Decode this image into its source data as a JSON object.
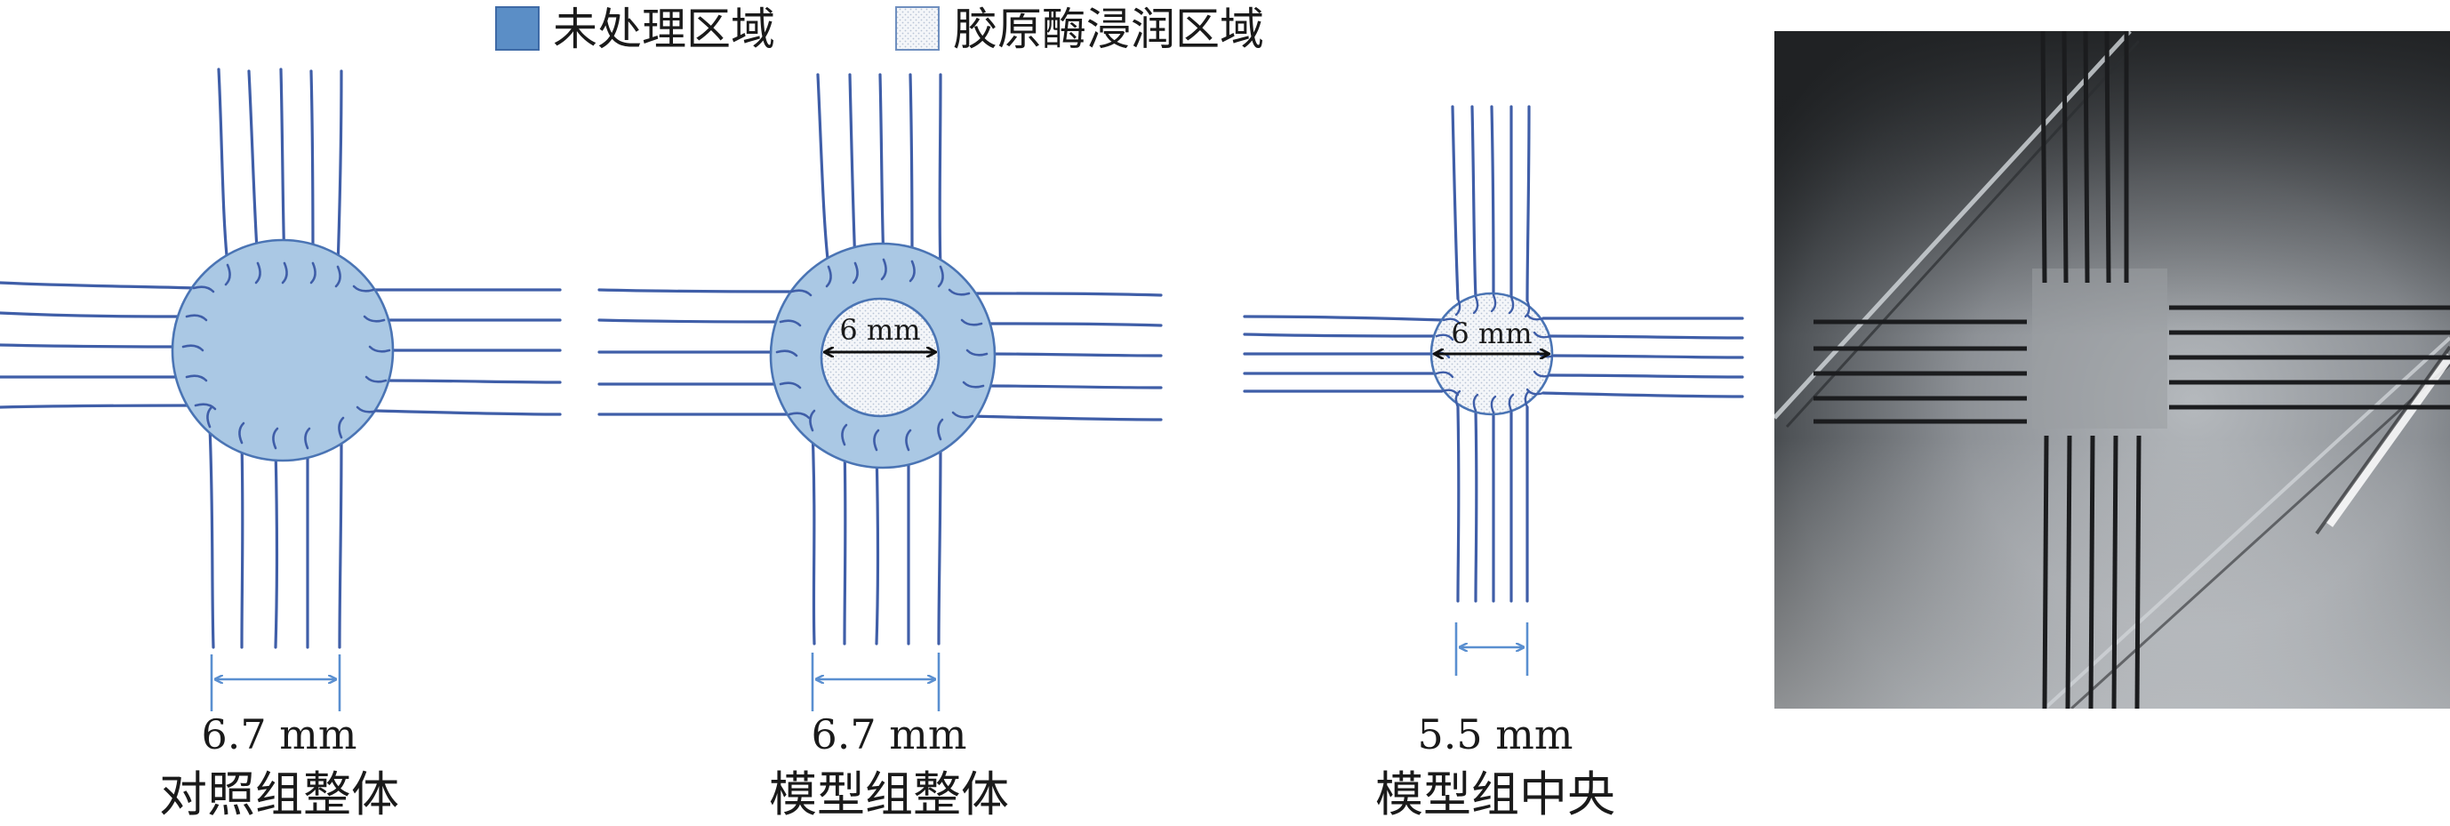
{
  "legend": {
    "untreated_label": "未处理区域",
    "infiltrated_label": "胶原酶浸润区域"
  },
  "colors": {
    "untreated_swatch": "#5b8ec6",
    "untreated_fill": "#aac8e4",
    "infiltrated_fill": "#f3f5f8",
    "fiber": "#3f5ea8",
    "edge": "#4a74b4",
    "dimension": "#5a8fd0"
  },
  "panels": [
    {
      "id": "control",
      "caption": "对照组整体",
      "width_label": "6.7 mm",
      "inner_label": ""
    },
    {
      "id": "model-whole",
      "caption": "模型组整体",
      "width_label": "6.7 mm",
      "inner_label": "6 mm"
    },
    {
      "id": "model-center",
      "caption": "模型组中央",
      "width_label": "5.5 mm",
      "inner_label": "6 mm"
    }
  ],
  "photo": {
    "icon": "microscope-photo-icon"
  }
}
